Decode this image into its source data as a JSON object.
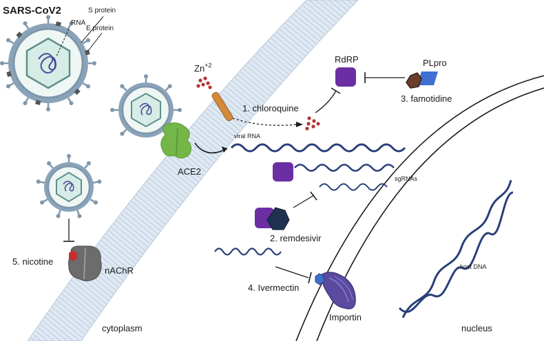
{
  "labels": {
    "sars_cov2": "SARS-CoV2",
    "rna": "RNA",
    "s_protein": "S protein",
    "e_protein": "E protein",
    "zinc": "Zn",
    "zinc_superscript": "+2",
    "rdrp": "RdRP",
    "plpro": "PLpro",
    "famotidine": "3. famotidine",
    "chloroquine": "1. chloroquine",
    "viral_rna": "viral RNA",
    "ace2": "ACE2",
    "sgrnas": "sgRNAs",
    "remdesivir": "2. remdesivir",
    "nicotine": "5. nicotine",
    "nachr": "nAChR",
    "ivermectin": "4. Ivermectin",
    "importin": "Importin",
    "host_dna": "host DNA",
    "cytoplasm": "cytoplasm",
    "nucleus": "nucleus"
  },
  "colors": {
    "membrane": "#d7e3ef",
    "membrane_line": "#b2c4d6",
    "virus_body": "#7f97ad",
    "virus_inner": "#eef7f4",
    "virus_capsid": "#5f8f8a",
    "rna_strand": "#4a4a9a",
    "purple_protein": "#6b2fa3",
    "dark_protein": "#1f3350",
    "ace2_green": "#74b748",
    "chloroquine_tube": "#d48a3a",
    "zinc_dots": "#b53535",
    "helix": "#2a3f7a",
    "importin_purple": "#5a4aa0",
    "receptor_grey": "#6c6c6c",
    "nicotine_red": "#c03030",
    "famotidine_brown": "#6a3e2a",
    "plpro_blue": "#3f6fd0",
    "nucleus_line": "#1a1a1a"
  }
}
